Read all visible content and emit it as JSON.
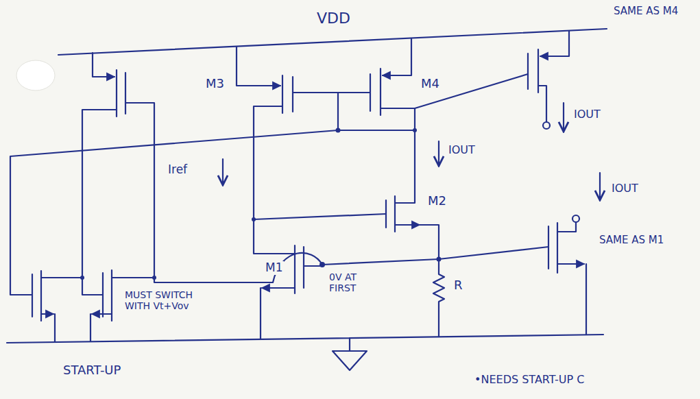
{
  "diagram": {
    "labels": [
      "VDD",
      "M3",
      "M4",
      "SAME AS M4",
      "IOUT",
      "IOUT",
      "Iref",
      "IOUT",
      "M2",
      "M1",
      "0V AT FIRST",
      "R",
      "SAME AS M1",
      "MUST SWITCH WITH Vt+Vov",
      "START-UP",
      "•NEEDS START-UP C"
    ]
  }
}
